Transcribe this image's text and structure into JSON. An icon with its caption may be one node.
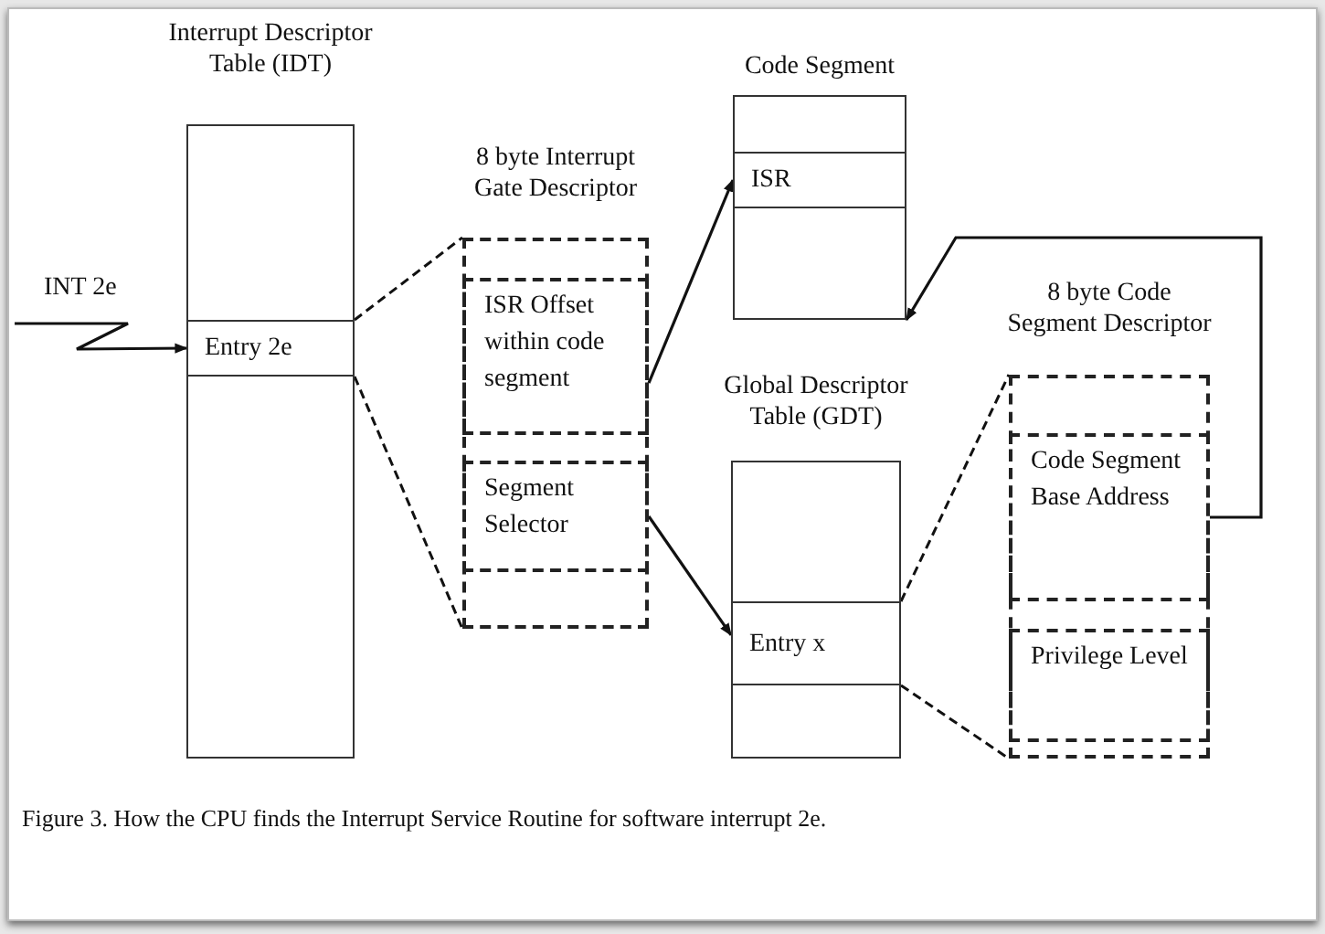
{
  "diagram": {
    "caption": "Figure 3. How the CPU finds the Interrupt Service Routine for software interrupt 2e.",
    "nodes": [
      {
        "text": [
          "Interrupt Descriptor Table (IDT)"
        ]
      },
      {
        "text": [
          "Entry 2e"
        ],
        "in": 0
      },
      {
        "text": [
          "8 byte Interrupt Gate Descriptor"
        ]
      },
      {
        "text": [
          "ISR Offset within code segment"
        ],
        "in": 2
      },
      {
        "text": [
          "Segment Selector"
        ],
        "in": 2
      },
      {
        "text": [
          "Code Segment"
        ]
      },
      {
        "text": [
          "ISR"
        ],
        "in": 5
      },
      {
        "text": [
          "Global Descriptor Table (GDT)"
        ]
      },
      {
        "text": [
          "Entry x"
        ],
        "in": 7
      },
      {
        "text": [
          "8 byte Code Segment Descriptor"
        ]
      },
      {
        "text": [
          "Code Segment Base Address"
        ],
        "in": 9
      },
      {
        "text": [
          "Privilege Level"
        ],
        "in": 9
      }
    ],
    "edges": [
      {
        "from": null,
        "to": 1,
        "arrow": "to",
        "label": "INT 2e"
      },
      {
        "from": 1,
        "to": 2,
        "arrow": "none",
        "style": "dashed"
      },
      {
        "from": 1,
        "to": 2,
        "arrow": "none",
        "style": "dashed"
      },
      {
        "from": 3,
        "to": 6,
        "arrow": "to"
      },
      {
        "from": 4,
        "to": 8,
        "arrow": "to"
      },
      {
        "from": 8,
        "to": 9,
        "arrow": "none",
        "style": "dashed"
      },
      {
        "from": 8,
        "to": 9,
        "arrow": "none",
        "style": "dashed"
      },
      {
        "from": 10,
        "to": 5,
        "arrow": "to"
      }
    ]
  }
}
